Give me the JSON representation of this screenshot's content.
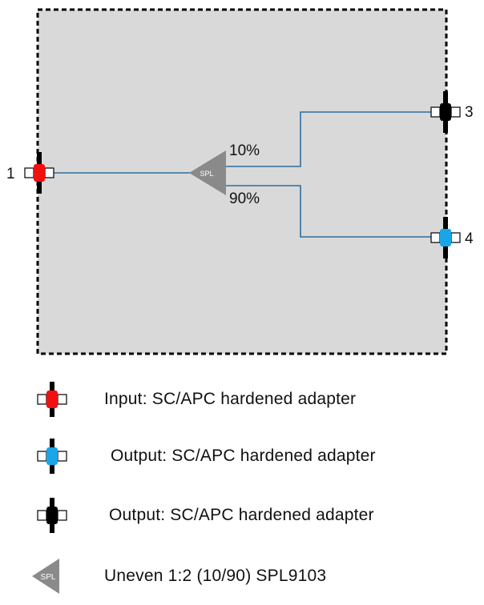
{
  "diagram": {
    "ports": [
      {
        "number": "1",
        "role": "input",
        "color": "#f11010"
      },
      {
        "number": "3",
        "role": "output",
        "color": "#000000"
      },
      {
        "number": "4",
        "role": "output",
        "color": "#1aa5e8"
      }
    ],
    "splitter": {
      "label": "SPL",
      "outputs": [
        "10%",
        "90%"
      ],
      "color": "#8a8a8a"
    },
    "enclosure_fill": "#d9d9d9",
    "line_color": "#2e6f9e"
  },
  "legend": [
    {
      "icon": "red-adapter-icon",
      "color": "#f11010",
      "text": "Input: SC/APC hardened adapter"
    },
    {
      "icon": "blue-adapter-icon",
      "color": "#1aa5e8",
      "text": "Output: SC/APC hardened adapter"
    },
    {
      "icon": "black-adapter-icon",
      "color": "#000000",
      "text": "Output: SC/APC hardened adapter"
    },
    {
      "icon": "splitter-icon",
      "color": "#8a8a8a",
      "label": "SPL",
      "text": "Uneven 1:2 (10/90) SPL9103"
    }
  ]
}
